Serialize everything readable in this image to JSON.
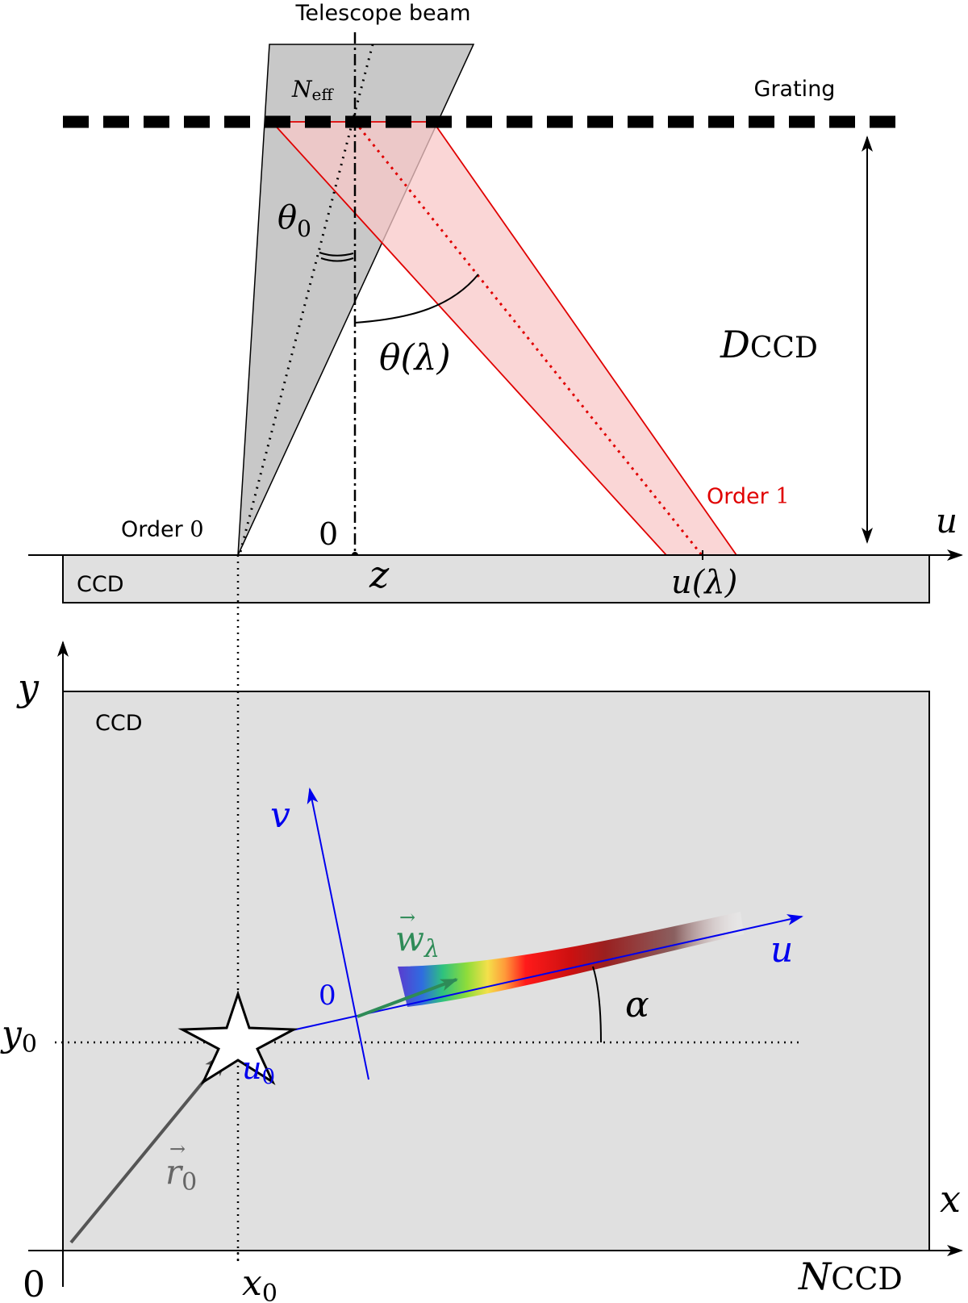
{
  "labels": {
    "telescope_beam": "Telescope beam",
    "grating": "Grating",
    "n_eff": "N",
    "n_eff_sub": "eff",
    "theta0": "θ",
    "theta0_sub": "0",
    "theta_lambda": "θ(λ)",
    "d_ccd": "D",
    "d_ccd_sub": "CCD",
    "order0": "Order",
    "order0_num": "0",
    "order1": "Order",
    "order1_num": "1",
    "zero_top": "0",
    "u_axis_top": "u",
    "z_axis": "z",
    "u_lambda": "u(λ)",
    "ccd_top": "CCD",
    "ccd_bottom": "CCD",
    "y_axis": "y",
    "x_axis": "x",
    "origin": "0",
    "x0": "x",
    "x0_sub": "0",
    "y0": "y",
    "y0_sub": "0",
    "n_ccd": "N",
    "n_ccd_sub": "CCD",
    "v_axis": "v",
    "u_axis_bottom": "u",
    "zero_rot": "0",
    "u0": "u",
    "u0_sub": "0",
    "r0": "r",
    "r0_sub": "0",
    "w_lambda": "w",
    "w_lambda_sub": "λ",
    "alpha": "α"
  },
  "colors": {
    "order1": "#e00000",
    "rotated_axes": "#0000ee",
    "w_vector": "#2e8b57",
    "r_vector": "#555555",
    "ccd_fill": "#e0e0e0",
    "beam_fill": "#c8c8c8"
  }
}
